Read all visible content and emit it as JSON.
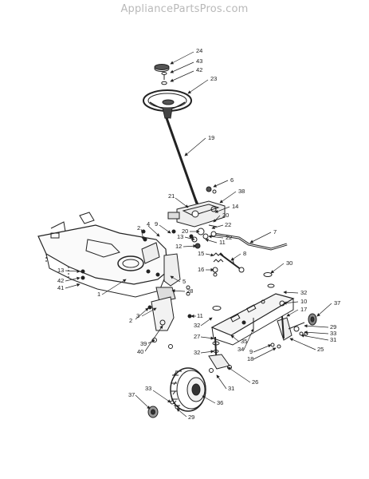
{
  "watermark": "AppliancePartsPros.com",
  "callouts": [
    {
      "id": "c24a",
      "label": "24"
    },
    {
      "id": "c43",
      "label": "43"
    },
    {
      "id": "c42a",
      "label": "42"
    },
    {
      "id": "c23",
      "label": "23"
    },
    {
      "id": "c19",
      "label": "19"
    },
    {
      "id": "c6",
      "label": "6"
    },
    {
      "id": "c38",
      "label": "38"
    },
    {
      "id": "c21",
      "label": "21"
    },
    {
      "id": "c14",
      "label": "14"
    },
    {
      "id": "c20a",
      "label": "20"
    },
    {
      "id": "c7",
      "label": "7"
    },
    {
      "id": "c20b",
      "label": "20"
    },
    {
      "id": "c22a",
      "label": "22"
    },
    {
      "id": "c22b",
      "label": "22"
    },
    {
      "id": "c11a",
      "label": "11"
    },
    {
      "id": "c13a",
      "label": "13"
    },
    {
      "id": "c12a",
      "label": "12"
    },
    {
      "id": "c9a",
      "label": "9"
    },
    {
      "id": "c4",
      "label": "4"
    },
    {
      "id": "c8",
      "label": "8"
    },
    {
      "id": "c15",
      "label": "15"
    },
    {
      "id": "c16",
      "label": "16"
    },
    {
      "id": "c2a",
      "label": "2"
    },
    {
      "id": "c30",
      "label": "30"
    },
    {
      "id": "c13b",
      "label": "13"
    },
    {
      "id": "c42b",
      "label": "42"
    },
    {
      "id": "c41",
      "label": "41"
    },
    {
      "id": "c5",
      "label": "5"
    },
    {
      "id": "c1",
      "label": "1"
    },
    {
      "id": "c28",
      "label": "28"
    },
    {
      "id": "c32a",
      "label": "32"
    },
    {
      "id": "c10",
      "label": "10"
    },
    {
      "id": "c17",
      "label": "17"
    },
    {
      "id": "c37a",
      "label": "37"
    },
    {
      "id": "c3",
      "label": "3"
    },
    {
      "id": "c2b",
      "label": "2"
    },
    {
      "id": "c11b",
      "label": "11"
    },
    {
      "id": "c32b",
      "label": "32"
    },
    {
      "id": "c27",
      "label": "27"
    },
    {
      "id": "c35",
      "label": "35"
    },
    {
      "id": "c29a",
      "label": "29"
    },
    {
      "id": "c33a",
      "label": "33"
    },
    {
      "id": "c31a",
      "label": "31"
    },
    {
      "id": "c39",
      "label": "39"
    },
    {
      "id": "c40",
      "label": "40"
    },
    {
      "id": "c34",
      "label": "34"
    },
    {
      "id": "c25",
      "label": "25"
    },
    {
      "id": "c9b",
      "label": "9"
    },
    {
      "id": "c18",
      "label": "18"
    },
    {
      "id": "c32c",
      "label": "32"
    },
    {
      "id": "c26",
      "label": "26"
    },
    {
      "id": "c31b",
      "label": "31"
    },
    {
      "id": "c33b",
      "label": "33"
    },
    {
      "id": "c37b",
      "label": "37"
    },
    {
      "id": "c36",
      "label": "36"
    },
    {
      "id": "c29b",
      "label": "29"
    }
  ]
}
